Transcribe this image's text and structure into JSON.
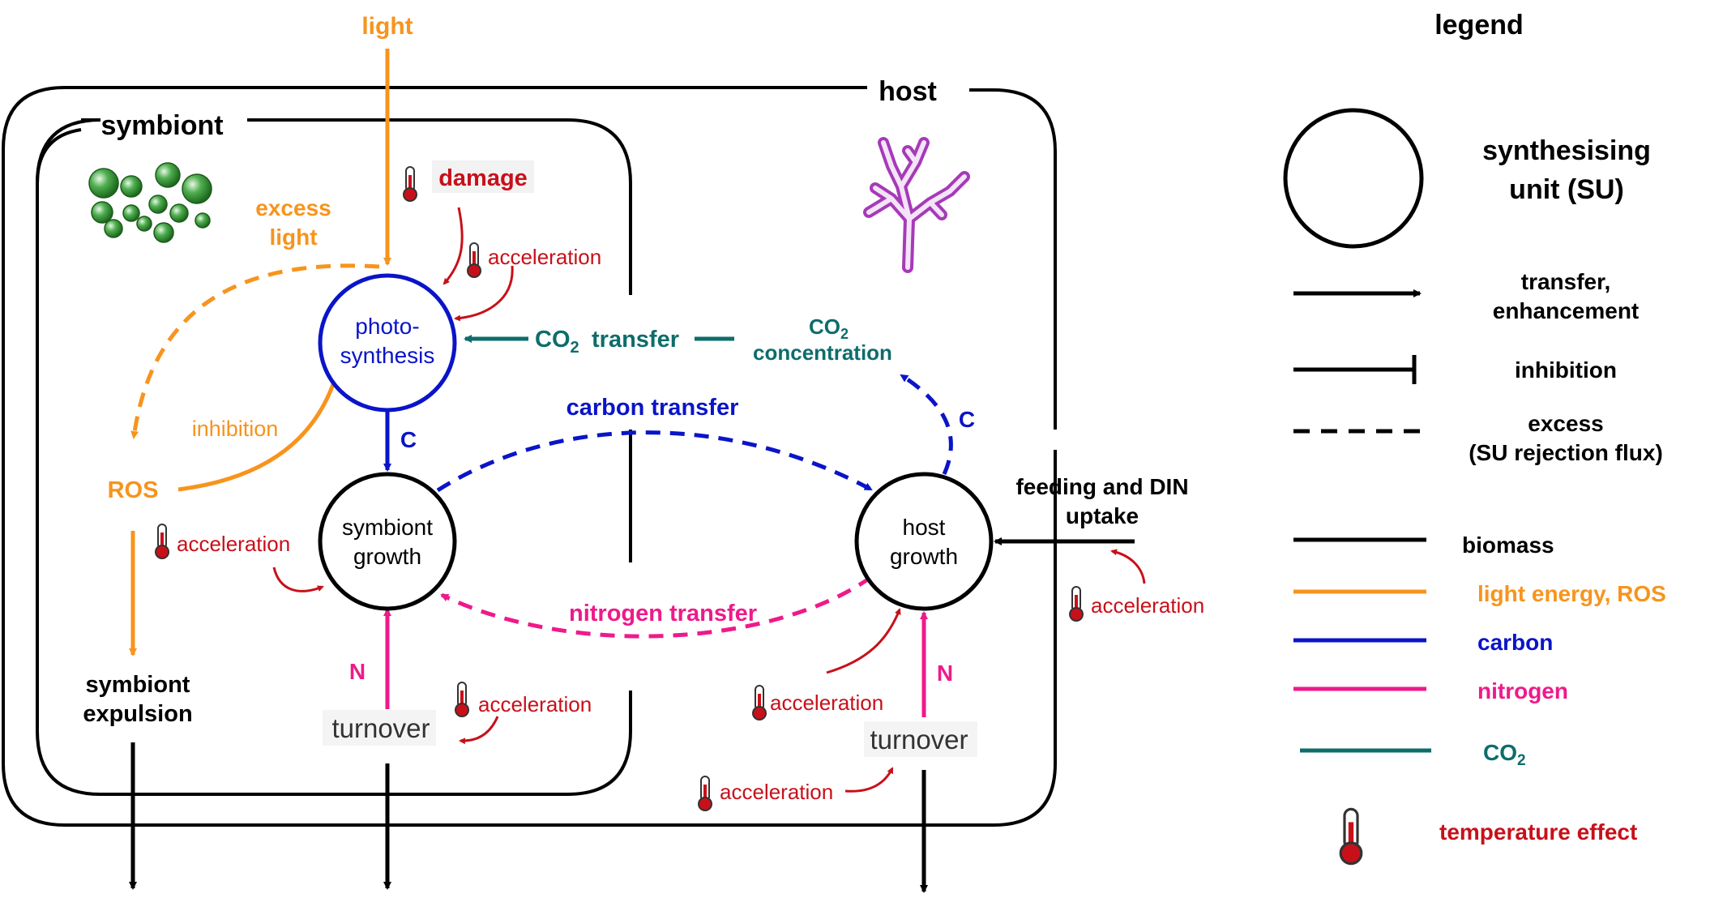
{
  "diagram": {
    "compartments": {
      "host": "host",
      "symbiont": "symbiont"
    },
    "units": {
      "photosynthesis": [
        "photo-",
        "synthesis"
      ],
      "symbiont_growth": [
        "symbiont",
        "growth"
      ],
      "host_growth": [
        "host",
        "growth"
      ]
    },
    "labels": {
      "light": "light",
      "damage": "damage",
      "excess_light": [
        "excess",
        "light"
      ],
      "ros": "ROS",
      "inhibition": "inhibition",
      "co2_transfer": "transfer",
      "co2_concentration": "concentration",
      "carbon_transfer": "carbon transfer",
      "nitrogen_transfer": "nitrogen transfer",
      "c": "C",
      "n": "N",
      "turnover": "turnover",
      "symbiont_expulsion": [
        "symbiont",
        "expulsion"
      ],
      "feeding": [
        "feeding and DIN",
        "uptake"
      ],
      "acceleration": "acceleration"
    },
    "co2": {
      "base": "CO",
      "sub": "2"
    }
  },
  "legend": {
    "title": "legend",
    "su": [
      "synthesising",
      "unit (SU)"
    ],
    "transfer": [
      "transfer,",
      "enhancement"
    ],
    "inhibition": "inhibition",
    "excess": [
      "excess",
      "(SU rejection flux)"
    ],
    "biomass": "biomass",
    "light": "light energy, ROS",
    "carbon": "carbon",
    "nitrogen": "nitrogen",
    "temperature": "temperature effect"
  },
  "colors": {
    "black": "#000000",
    "orange": "#f7941d",
    "blue": "#0a14c8",
    "pink": "#ee1a8a",
    "teal": "#0e6d6b",
    "red": "#c8101a",
    "coral": "#a63ab8",
    "algae": "#2e8b2e"
  }
}
